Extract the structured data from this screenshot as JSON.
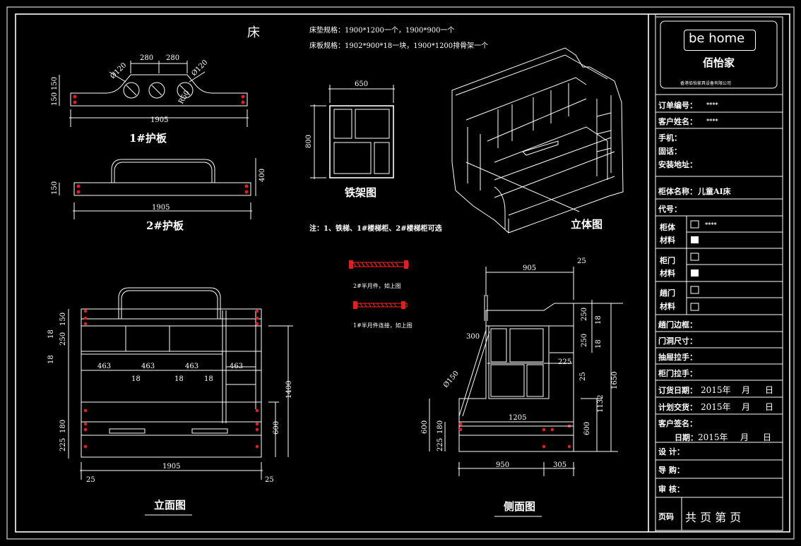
{
  "drawing": {
    "title": "床",
    "spec_lines": [
      "床垫规格：1900*1200一个，1900*900一个",
      "床板规格：1902*900*18一块，1900*1200排骨架一个"
    ],
    "note": "注：1、铁梯、1#楼梯柜、2#楼梯柜可选"
  },
  "views": {
    "guard1": {
      "label": "1#护板",
      "dims": [
        "280",
        "280",
        "Ø120",
        "Ø120",
        "150",
        "150",
        "1905",
        "R50"
      ]
    },
    "guard2": {
      "label": "2#护板",
      "dims": [
        "150",
        "400",
        "1905"
      ]
    },
    "iron_frame": {
      "label": "铁架图",
      "dims": [
        "650",
        "800"
      ]
    },
    "isometric": {
      "label": "立体图"
    },
    "front": {
      "label": "立面图",
      "dims": [
        "150",
        "250",
        "18",
        "18",
        "463",
        "463",
        "463",
        "463",
        "18",
        "18",
        "18",
        "1400",
        "600",
        "180",
        "225",
        "1905",
        "25",
        "25"
      ]
    },
    "side": {
      "label": "侧面图",
      "dims": [
        "905",
        "25",
        "250",
        "18",
        "250",
        "18",
        "300",
        "225",
        "25",
        "1650",
        "Ø150",
        "1132",
        "1205",
        "600",
        "180",
        "225",
        "600",
        "950",
        "305"
      ]
    },
    "fittings": {
      "fitting1": "2#半月件，如上图",
      "fitting2": "1#半月件连接，如上图"
    }
  },
  "title_block": {
    "logo_brand": "be home",
    "logo_cn": "佰怡家",
    "company": "香港佰怡家具设备有限公司",
    "rows": [
      {
        "label": "订单编号：",
        "value": "****"
      },
      {
        "label": "客户姓名：",
        "value": "****"
      },
      {
        "label": "手机：",
        "value": ""
      },
      {
        "label": "固话：",
        "value": ""
      },
      {
        "label": "安装地址：",
        "value": ""
      },
      {
        "label": "柜体名称：",
        "value": "儿童AI床"
      },
      {
        "label": "代号：",
        "value": ""
      }
    ],
    "materials": [
      {
        "label1": "柜体",
        "label2": "材料",
        "value": "****"
      },
      {
        "label1": "柜门",
        "label2": "材料",
        "value": ""
      },
      {
        "label1": "趟门",
        "label2": "材料",
        "value": ""
      }
    ],
    "rows2": [
      {
        "label": "趟门边框："
      },
      {
        "label": "门洞尺寸："
      },
      {
        "label": "抽屉拉手："
      },
      {
        "label": "柜门拉手："
      }
    ],
    "order_date": {
      "label": "订货日期：",
      "year": "2015年",
      "month": "月",
      "day": "日"
    },
    "plan_date": {
      "label": "计划交货：",
      "year": "2015年",
      "month": "月",
      "day": "日"
    },
    "sign": {
      "label": "客户签名：",
      "date_label": "日期：",
      "year": "2015年",
      "month": "月",
      "day": "日"
    },
    "design": "设    计：",
    "guide": "导    购：",
    "review": "审    核：",
    "page": {
      "label": "页码",
      "text": "共    页 第    页"
    }
  }
}
